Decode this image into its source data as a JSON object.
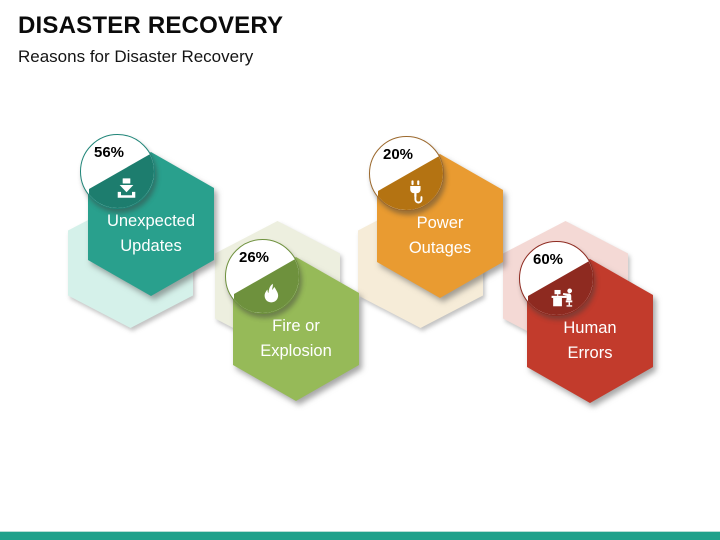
{
  "slide": {
    "title": "DISASTER RECOVERY",
    "subtitle": "Reasons for Disaster Recovery",
    "accent_color": "#1fa18b"
  },
  "items": [
    {
      "id": "unexpected-updates",
      "label": "Unexpected\nUpdates",
      "percent": "56%",
      "icon": "download-icon",
      "colors": {
        "main": "#29a08d",
        "dark": "#1d7d6e",
        "light": "#d5f1ea",
        "border": "#1f8578"
      }
    },
    {
      "id": "fire-explosion",
      "label": "Fire or\nExplosion",
      "percent": "26%",
      "icon": "flame-icon",
      "colors": {
        "main": "#96ba58",
        "dark": "#6e913d",
        "light": "#edefdf",
        "border": "#6e913d"
      }
    },
    {
      "id": "power-outages",
      "label": "Power\nOutages",
      "percent": "20%",
      "icon": "plug-icon",
      "colors": {
        "main": "#e99b31",
        "dark": "#b47312",
        "light": "#f6ecd8",
        "border": "#9b682c"
      }
    },
    {
      "id": "human-errors",
      "label": "Human\nErrors",
      "percent": "60%",
      "icon": "person-desk-icon",
      "colors": {
        "main": "#c23b2c",
        "dark": "#8e2a20",
        "light": "#f4d9d5",
        "border": "#8e2a20"
      }
    }
  ]
}
